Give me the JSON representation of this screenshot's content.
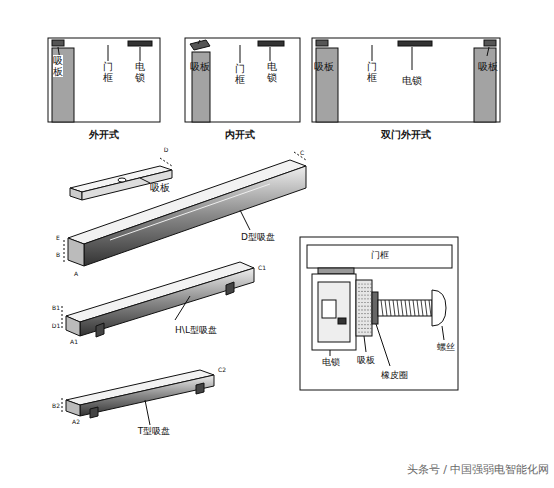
{
  "diagram": {
    "labels": [
      "吸板",
      "门框",
      "电锁",
      "外开式",
      "吸板",
      "门框",
      "电锁",
      "内开式",
      "吸板",
      "门框",
      "电锁",
      "吸板",
      "双门外开式",
      "吸板",
      "D型吸盘",
      "H\\L型吸盘",
      "T型吸盘",
      "D",
      "C",
      "E",
      "B",
      "A",
      "C1",
      "B1",
      "A1",
      "D1",
      "C2",
      "B2",
      "A2",
      "门框",
      "电锁",
      "吸板",
      "橡皮圈",
      "螺丝",
      "头条号 / 中国强弱电智能化网"
    ]
  }
}
